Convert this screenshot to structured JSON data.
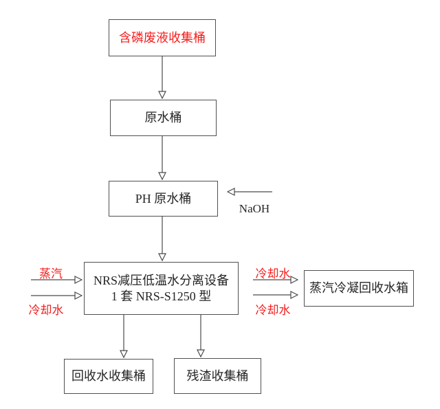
{
  "boxes": {
    "phosphorus_waste": "含磷废液收集桶",
    "raw_water": "原水桶",
    "ph_raw_water": "PH 原水桶",
    "separator_line1": "NRS减压低温水分离设备",
    "separator_line2": "1 套 NRS-S1250 型",
    "steam_condensate_tank": "蒸汽冷凝回收水箱",
    "recovered_water": "回收水收集桶",
    "residue": "残渣收集桶"
  },
  "stream_labels": {
    "naoh": "NaOH",
    "steam_in": "蒸汽",
    "cooling_water_in": "冷却水",
    "cooling_water_out_top": "冷却水",
    "cooling_water_out_bottom": "冷却水"
  },
  "colors": {
    "highlight_red": "#f51d1d",
    "line": "#4a4a4a",
    "text": "#262626",
    "background": "#ffffff"
  }
}
